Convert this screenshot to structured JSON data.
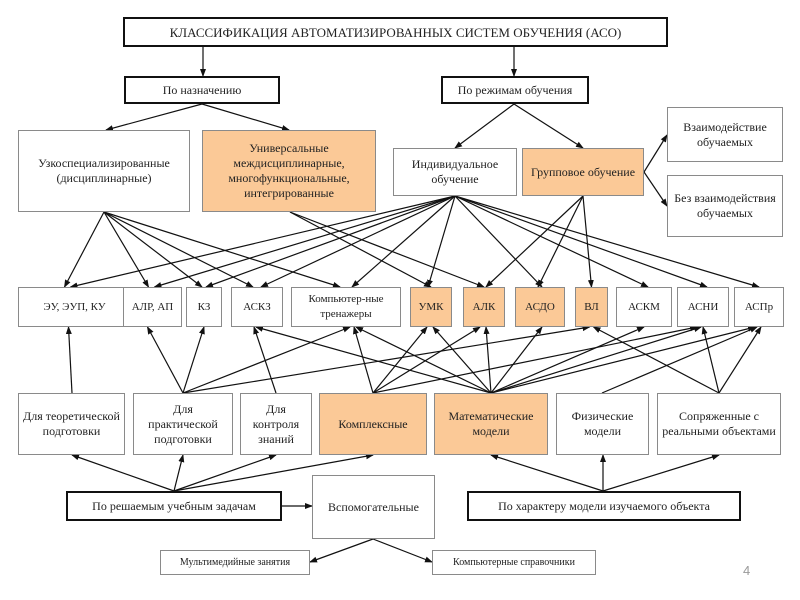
{
  "title": "КЛАССИФИКАЦИЯ АВТОМАТИЗИРОВАННЫХ СИСТЕМ ОБУЧЕНИЯ (АСО)",
  "colors": {
    "highlight": "#fbc997",
    "border": "#8a8a8a",
    "line": "#111111"
  },
  "categories": {
    "by_purpose": "По назначению",
    "by_mode": "По режимам обучения",
    "by_tasks": "По решаемым учебным задачам",
    "by_model": "По характеру модели изучаемого объекта"
  },
  "purpose": {
    "narrow": "Узкоспециализированные (дисциплинарные)",
    "universal": "Универсальные междисциплинарные, многофункциональные, интегрированные"
  },
  "mode": {
    "individual": "Индивидуальное обучение",
    "group": "Групповое обучение",
    "interaction": "Взаимодействие обучаемых",
    "no_interaction": "Без взаимодействия обучаемых"
  },
  "systems": [
    {
      "label": "ЭУ, ЭУП, КУ",
      "highlight": false
    },
    {
      "label": "АЛР, АП",
      "highlight": false
    },
    {
      "label": "КЗ",
      "highlight": false
    },
    {
      "label": "АСКЗ",
      "highlight": false
    },
    {
      "label": "Компьютер-ные тренажеры",
      "highlight": false
    },
    {
      "label": "УМК",
      "highlight": true
    },
    {
      "label": "АЛК",
      "highlight": true
    },
    {
      "label": "АСДО",
      "highlight": true
    },
    {
      "label": "ВЛ",
      "highlight": true
    },
    {
      "label": "АСКМ",
      "highlight": false
    },
    {
      "label": "АСНИ",
      "highlight": false
    },
    {
      "label": "АСПр",
      "highlight": false
    }
  ],
  "tasks": {
    "theory": "Для теоретической подготовки",
    "practice": "Для практической подготовки",
    "control": "Для контроля знаний",
    "complex": "Комплексные",
    "auxiliary": "Вспомогательные",
    "multimedia": "Мультимедийные занятия",
    "reference": "Компьютерные справочники"
  },
  "models": {
    "math": "Математические модели",
    "physical": "Физические модели",
    "coupled": "Сопряженные с реальными объектами"
  },
  "page_number": "4"
}
